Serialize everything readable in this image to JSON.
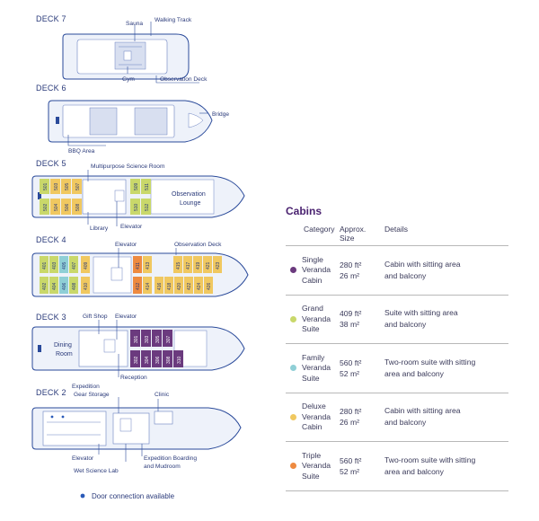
{
  "decks": {
    "deck7": {
      "title": "DECK 7",
      "labels": {
        "sauna": "Sauna",
        "walking_track": "Walking Track",
        "gym": "Gym",
        "observation_deck": "Observation Deck"
      }
    },
    "deck6": {
      "title": "DECK 6",
      "labels": {
        "bridge": "Bridge",
        "bbq_area": "BBQ Area"
      }
    },
    "deck5": {
      "title": "DECK 5",
      "labels": {
        "science_room": "Multipurpose Science Room",
        "observation_lounge_1": "Observation",
        "observation_lounge_2": "Lounge",
        "library": "Library",
        "elevator": "Elevator"
      }
    },
    "deck4": {
      "title": "DECK 4",
      "labels": {
        "elevator": "Elevator",
        "observation_deck": "Observation Deck"
      }
    },
    "deck3": {
      "title": "DECK 3",
      "labels": {
        "gift_shop": "Gift Shop",
        "elevator": "Elevator",
        "dining_1": "Dining",
        "dining_2": "Room",
        "reception": "Reception"
      }
    },
    "deck2": {
      "title": "DECK 2",
      "labels": {
        "gear_1": "Expedition",
        "gear_2": "Gear Storage",
        "clinic": "Clinic",
        "elevator": "Elevator",
        "wet_lab": "Wet Science Lab",
        "boarding_1": "Expedition Boarding",
        "boarding_2": "and Mudroom"
      }
    }
  },
  "cabin_numbers": {
    "d5_top": [
      "501",
      "503",
      "505",
      "507",
      "509",
      "511"
    ],
    "d5_bottom": [
      "502",
      "504",
      "506",
      "508",
      "510",
      "512"
    ],
    "d4_top": [
      "401",
      "403",
      "405",
      "407",
      "409",
      "411",
      "413",
      "415",
      "417",
      "419",
      "421",
      "423"
    ],
    "d4_bottom": [
      "402",
      "404",
      "406",
      "408",
      "410",
      "412",
      "414",
      "416",
      "418",
      "420",
      "422",
      "424",
      "426"
    ],
    "d3_top": [
      "301",
      "303",
      "305",
      "307"
    ],
    "d3_bottom": [
      "302",
      "304",
      "306",
      "308",
      "310"
    ]
  },
  "legend": {
    "door_connection": "Door connection available"
  },
  "cabins": {
    "title": "Cabins",
    "headers": {
      "category": "Category",
      "size_1": "Approx.",
      "size_2": "Size",
      "details": "Details"
    },
    "rows": [
      {
        "name": [
          "Single",
          "Veranda",
          "Cabin"
        ],
        "size_ft": "280 ft²",
        "size_m": "26 m²",
        "details": [
          "Cabin with sitting area",
          "and balcony"
        ],
        "color": "#6b3a7e"
      },
      {
        "name": [
          "Grand",
          "Veranda",
          "Suite"
        ],
        "size_ft": "409 ft²",
        "size_m": "38 m²",
        "details": [
          "Suite with sitting area",
          "and balcony"
        ],
        "color": "#c9d86a"
      },
      {
        "name": [
          "Family",
          "Veranda",
          "Suite"
        ],
        "size_ft": "560 ft²",
        "size_m": "52 m²",
        "details": [
          "Two-room suite with sitting",
          "area and balcony"
        ],
        "color": "#8fcfd6"
      },
      {
        "name": [
          "Deluxe",
          "Veranda",
          "Cabin"
        ],
        "size_ft": "280 ft²",
        "size_m": "26 m²",
        "details": [
          "Cabin with sitting area",
          "and balcony"
        ],
        "color": "#f0c860"
      },
      {
        "name": [
          "Triple",
          "Veranda",
          "Suite"
        ],
        "size_ft": "560 ft²",
        "size_m": "52 m²",
        "details": [
          "Two-room suite with sitting",
          "area and balcony"
        ],
        "color": "#ee8a40"
      }
    ]
  },
  "colors": {
    "single": "#6b3a7e",
    "grand": "#c9d86a",
    "family": "#8fcfd6",
    "deluxe": "#f0c860",
    "triple": "#ee8a40",
    "ink": "#2a3a7a",
    "door_dot": "#2a5ab8"
  }
}
